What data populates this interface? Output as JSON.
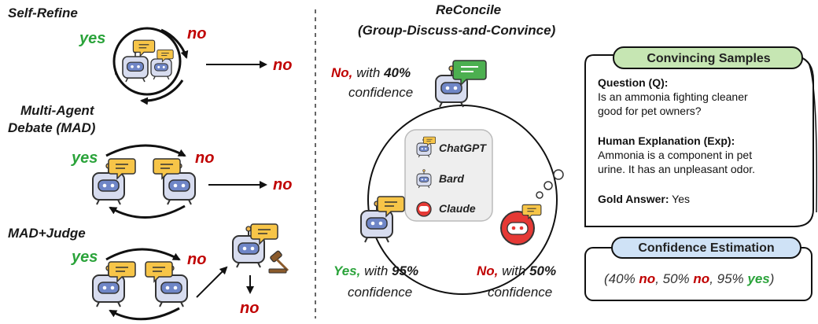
{
  "colors": {
    "yes": "#2aa33a",
    "no": "#c00000",
    "convincing_header": "#c6e6b3",
    "confidence_header": "#cfe2f6"
  },
  "left": {
    "self_refine": {
      "title": "Self-Refine",
      "in_label": "yes",
      "out_label": "no",
      "result": "no"
    },
    "mad": {
      "title_line1": "Multi-Agent",
      "title_line2": "Debate (MAD)",
      "in_label": "yes",
      "out_label": "no",
      "result": "no"
    },
    "mad_judge": {
      "title": "MAD+Judge",
      "in_label": "yes",
      "out_label": "no",
      "result": "no"
    }
  },
  "reconcile": {
    "title": "ReConcile",
    "subtitle": "(Group-Discuss-and-Convince)",
    "top": {
      "answer": "No,",
      "with": " with ",
      "pct": "40%",
      "conf": "confidence"
    },
    "left": {
      "answer": "Yes,",
      "with": " with ",
      "pct": "95%",
      "conf": "confidence"
    },
    "right": {
      "answer": "No,",
      "with": " with ",
      "pct": "50%",
      "conf": "confidence"
    },
    "models": [
      "ChatGPT",
      "Bard",
      "Claude"
    ]
  },
  "convincing": {
    "header": "Convincing Samples",
    "q_label": "Question (Q):",
    "q_line1": "Is an ammonia fighting cleaner",
    "q_line2": "good for pet owners?",
    "exp_label": "Human Explanation (Exp):",
    "exp_line1": "Ammonia is a component in pet",
    "exp_line2": "urine. It has an unpleasant odor.",
    "gold_label": "Gold Answer:",
    "gold_value": " Yes"
  },
  "confidence_est": {
    "header": "Confidence Estimation",
    "open": "(40% ",
    "v1": "no",
    "sep1": ", 50% ",
    "v2": "no",
    "sep2": ", 95% ",
    "v3": "yes",
    "close": ")"
  },
  "icons": [
    "robot-icon",
    "speech-bubble-icon",
    "gavel-icon",
    "thought-bubble-icon"
  ]
}
